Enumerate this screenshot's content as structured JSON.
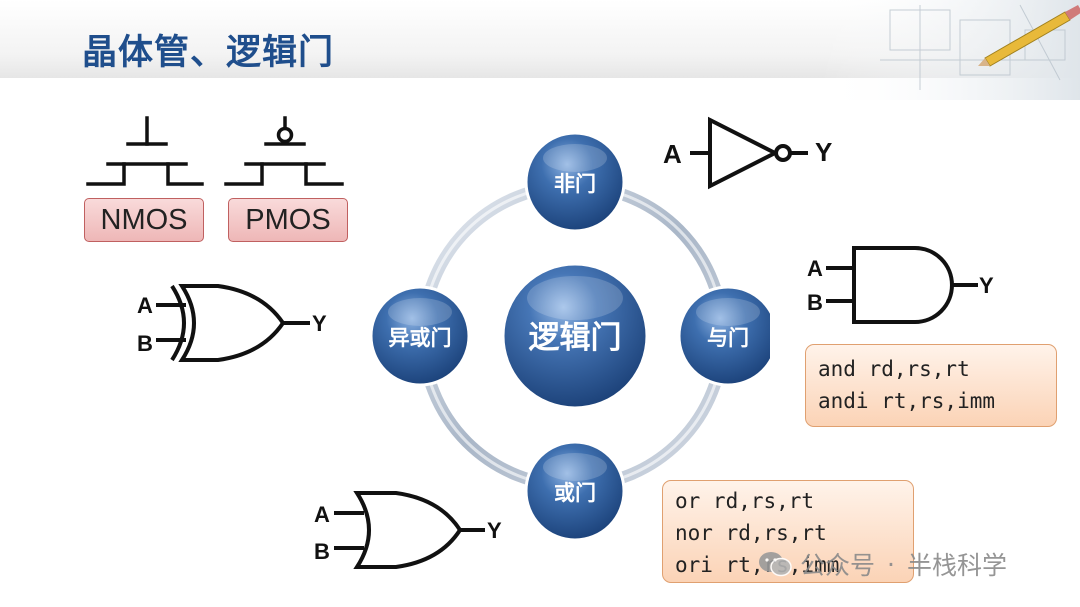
{
  "slide": {
    "title": "晶体管、逻辑门"
  },
  "transistors": {
    "nmos_label": "NMOS",
    "pmos_label": "PMOS"
  },
  "hub": {
    "center": "逻辑门",
    "nodes": {
      "not_gate": "非门",
      "and_gate": "与门",
      "or_gate": "或门",
      "xor_gate": "异或门"
    }
  },
  "gates": {
    "not": {
      "input_a": "A",
      "output": "Y"
    },
    "and": {
      "input_a": "A",
      "input_b": "B",
      "output": "Y"
    },
    "xor": {
      "input_a": "A",
      "input_b": "B",
      "output": "Y"
    },
    "or": {
      "input_a": "A",
      "input_b": "B",
      "output": "Y"
    }
  },
  "instructions": {
    "and_box": [
      "and rd,rs,rt",
      "andi rt,rs,imm"
    ],
    "or_box": [
      "or rd,rs,rt",
      "nor rd,rs,rt",
      "ori rt,rs,imm"
    ]
  },
  "watermark": {
    "label": "公众号",
    "separator": "·",
    "name": "半栈科学"
  },
  "colors": {
    "title": "#1f4e8c",
    "node_blue": "#2b5b99",
    "mos_fill": "#eeb7b7",
    "code_fill": "#fbd3b6"
  }
}
